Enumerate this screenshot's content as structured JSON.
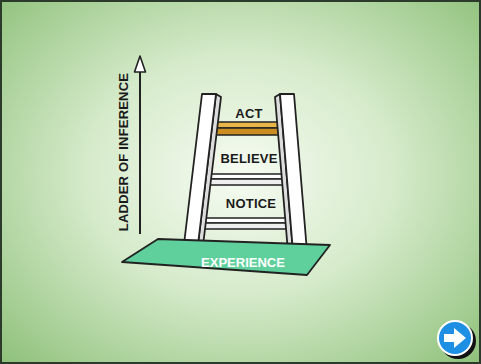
{
  "diagram": {
    "nodes": [
      {
        "text": [
          "EXPERIENCE"
        ]
      }
    ],
    "labels": [
      "LADDER OF INFERENCE",
      "ACT",
      "BELIEVE",
      "NOTICE"
    ]
  }
}
